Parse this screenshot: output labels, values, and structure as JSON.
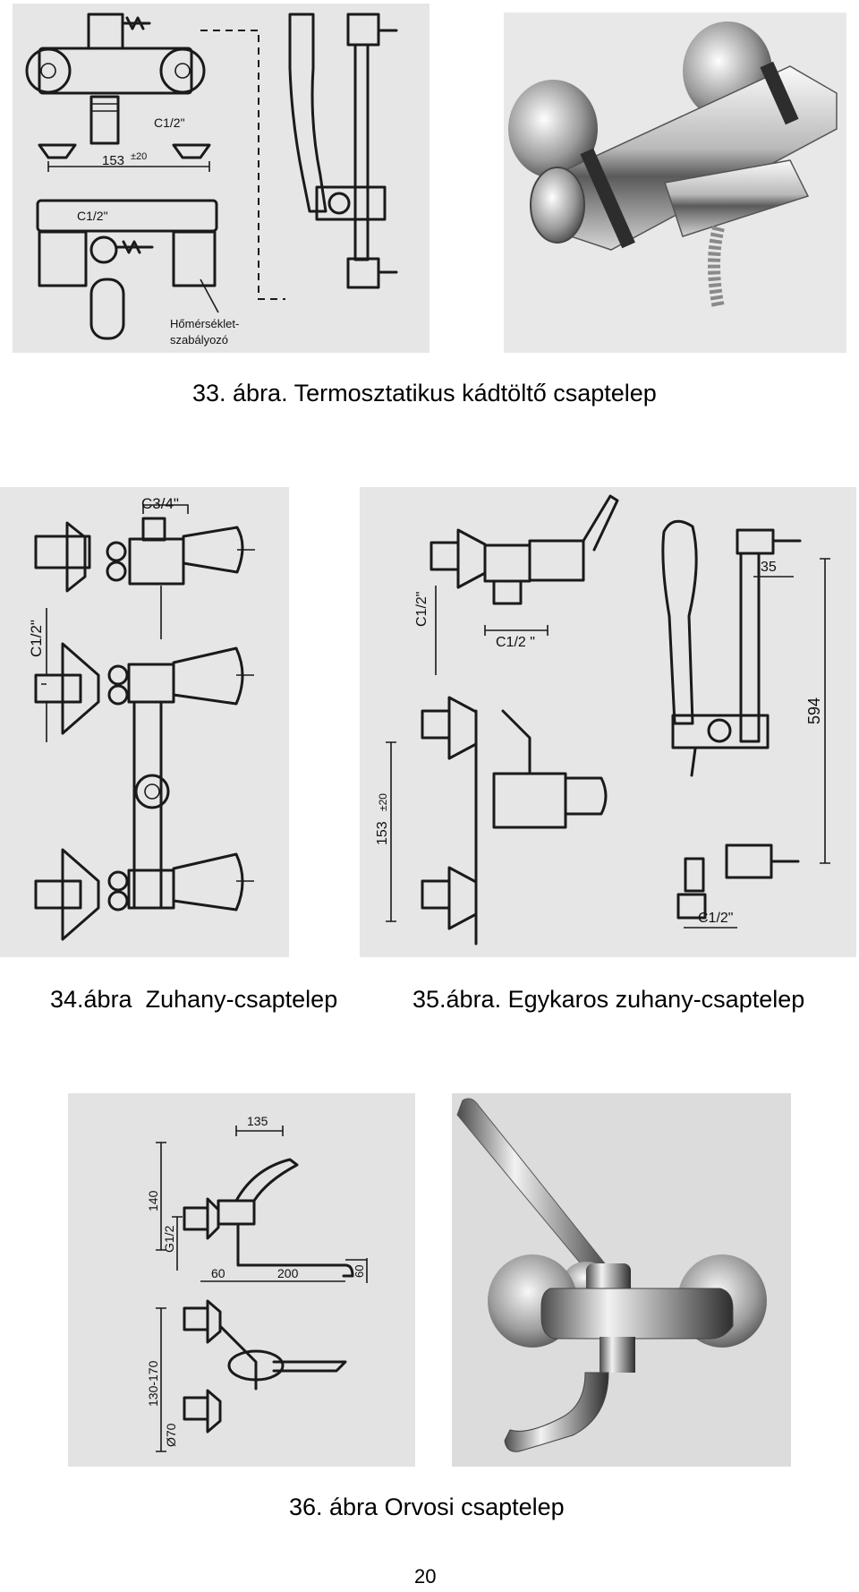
{
  "figures": [
    {
      "caption": "33. ábra. Termosztatikus kádtöltő csaptelep",
      "drawing_labels": [
        "C1/2\"",
        "153",
        "±20",
        "C1/2\"",
        "Hőmérséklet-",
        "szabályozó"
      ]
    },
    {
      "caption": "34.ábra  Zuhany-csaptelep",
      "drawing_labels": [
        "C3/4\"",
        "C1/2\""
      ]
    },
    {
      "caption": "35.ábra. Egykaros zuhany-csaptelep",
      "drawing_labels": [
        "C1/2\"",
        "C1/2 \"",
        "35",
        "594",
        "153",
        "±20",
        "C1/2\""
      ]
    },
    {
      "caption": "36. ábra Orvosi csaptelep",
      "drawing_labels": [
        "135",
        "140",
        "G1/2",
        "60",
        "200",
        "60",
        "130-170",
        "Ø70"
      ]
    }
  ],
  "page_number": "20",
  "colors": {
    "panel_bg": "#e6e6e6",
    "line": "#1a1a1a",
    "chrome_light": "#f4f4f4",
    "chrome_dark": "#3a3a3a"
  }
}
